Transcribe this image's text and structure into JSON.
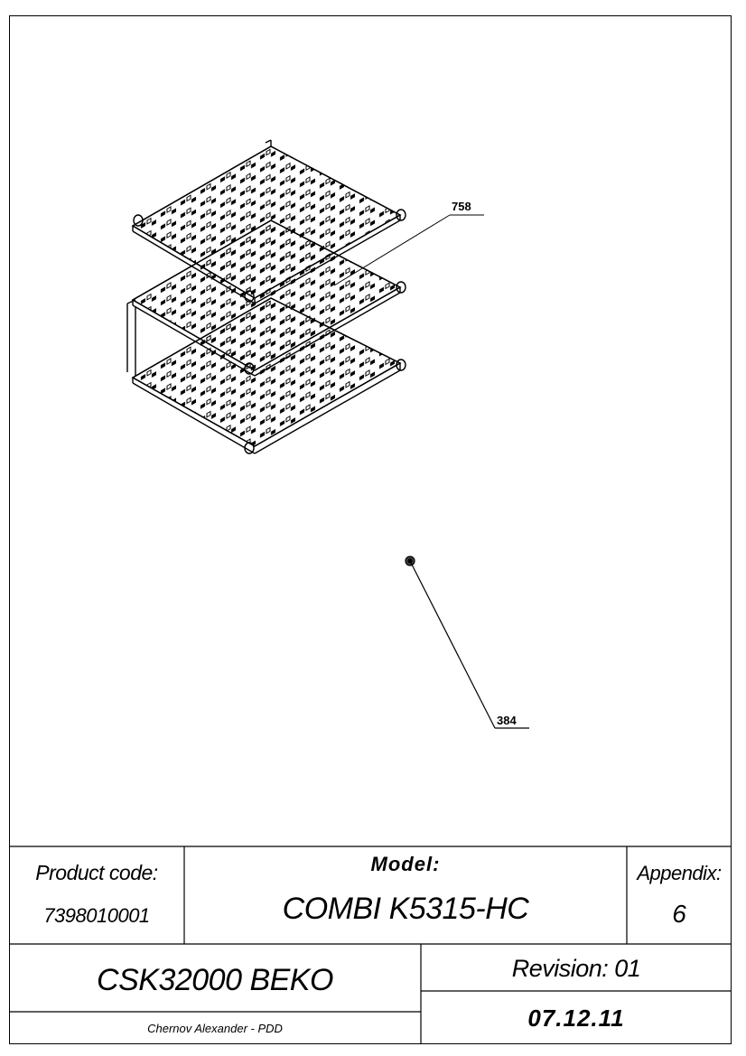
{
  "callouts": [
    {
      "number": "758"
    },
    {
      "number": "384"
    }
  ],
  "title_block": {
    "product_code_label": "Product code:",
    "product_code_value": "7398010001",
    "model_label": "Model:",
    "model_value": "COMBI K5315-HC",
    "appendix_label": "Appendix:",
    "appendix_value": "6",
    "product_name": "CSK32000 BEKO",
    "revision": "Revision: 01",
    "author": "Chernov Alexander - PDD",
    "date": "07.12.11"
  },
  "colors": {
    "line": "#000000",
    "background": "#ffffff"
  }
}
